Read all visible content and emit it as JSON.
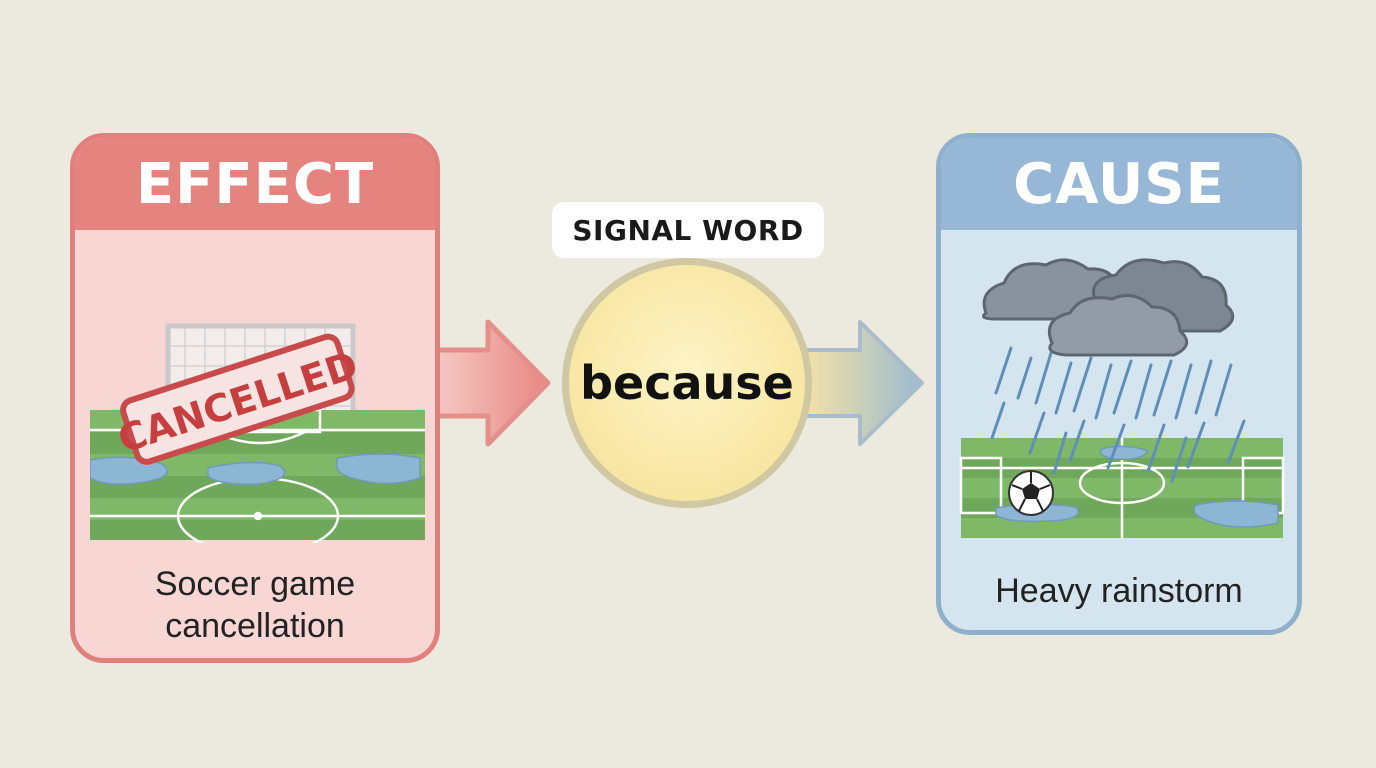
{
  "effect": {
    "title": "EFFECT",
    "stamp": "CANCELLED",
    "caption_line1": "Soccer game",
    "caption_line2": "cancellation",
    "color": "#e5837f"
  },
  "signal": {
    "label": "SIGNAL WORD",
    "word": "because",
    "color": "#f9e9a8"
  },
  "cause": {
    "title": "CAUSE",
    "caption": "Heavy rainstorm",
    "color": "#96b8d6"
  }
}
